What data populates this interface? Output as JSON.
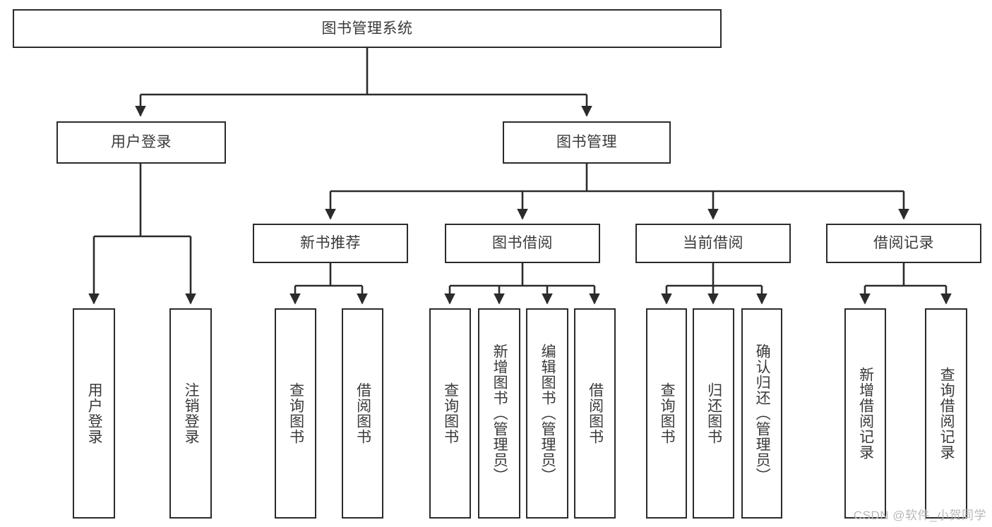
{
  "diagram": {
    "title": "图书管理系统",
    "watermark": "CSDN @软件_小贺同学",
    "colors": {
      "stroke": "#2b2b2b",
      "text": "#3a3a3a",
      "background": "#ffffff",
      "watermark": "#b9b9b9"
    },
    "root": {
      "label": "图书管理系统"
    },
    "level2": [
      {
        "label": "用户登录"
      },
      {
        "label": "图书管理"
      }
    ],
    "level3": [
      {
        "label": "新书推荐"
      },
      {
        "label": "图书借阅"
      },
      {
        "label": "当前借阅"
      },
      {
        "label": "借阅记录"
      }
    ],
    "leaves": {
      "user_login": [
        {
          "label": "用户登录"
        },
        {
          "label": "注销登录"
        }
      ],
      "new_book": [
        {
          "label": "查询图书"
        },
        {
          "label": "借阅图书"
        }
      ],
      "book_borrow": [
        {
          "label": "查询图书"
        },
        {
          "label": "新增图书（管理员）"
        },
        {
          "label": "编辑图书（管理员）"
        },
        {
          "label": "借阅图书"
        }
      ],
      "current_borrow": [
        {
          "label": "查询图书"
        },
        {
          "label": "归还图书"
        },
        {
          "label": "确认归还（管理员）"
        }
      ],
      "borrow_record": [
        {
          "label": "新增借阅记录"
        },
        {
          "label": "查询借阅记录"
        }
      ]
    }
  }
}
